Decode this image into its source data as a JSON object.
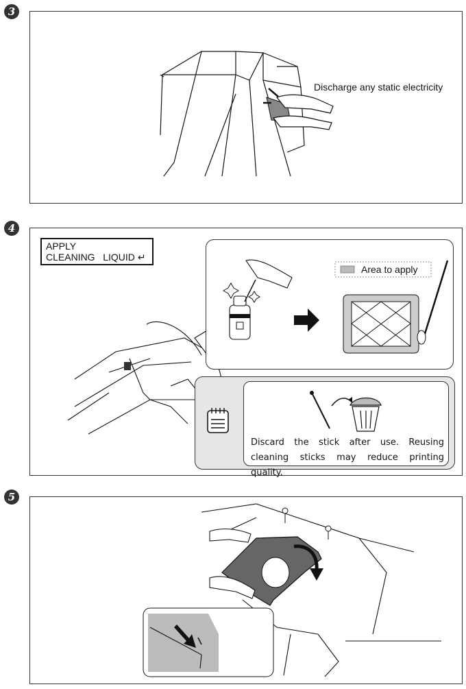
{
  "steps": [
    {
      "number": "3",
      "callout": "Discharge any static electricity"
    },
    {
      "number": "4",
      "lcd_line1": "APPLY",
      "lcd_line2": "CLEANING   LIQUID",
      "lcd_enter": "↵",
      "legend_label": "Area to apply",
      "note": "Discard the stick after use. Reusing cleaning sticks may reduce printing quality."
    },
    {
      "number": "5"
    }
  ],
  "icons": [
    "step-3-icon",
    "step-4-icon",
    "step-5-icon",
    "notepad-icon",
    "arrow-right-icon",
    "enter-icon"
  ],
  "colors": {
    "frame": "#333333",
    "note_bg": "#e6e6e6",
    "shade": "#666666"
  }
}
